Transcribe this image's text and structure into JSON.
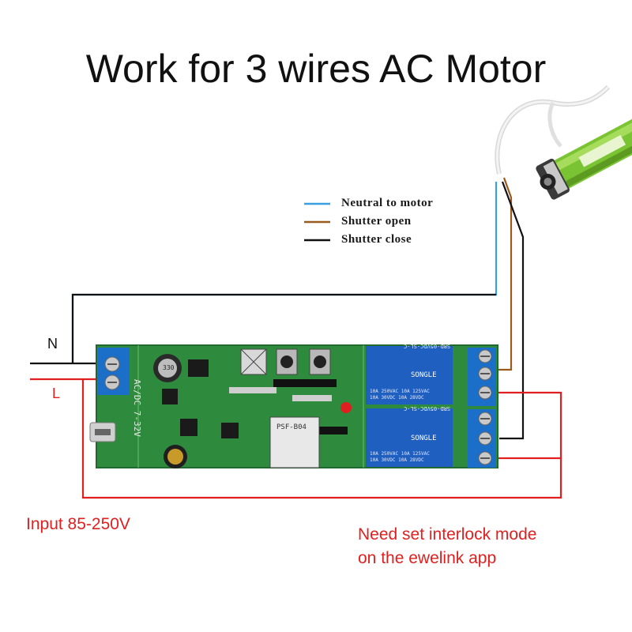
{
  "title": "Work for 3 wires AC Motor",
  "legend": [
    {
      "label": "Neutral to motor",
      "color": "#3a9fe0"
    },
    {
      "label": "Shutter open",
      "color": "#9a5a1e"
    },
    {
      "label": "Shutter close",
      "color": "#111111"
    }
  ],
  "labels": {
    "n": "N",
    "l": "L",
    "input": "Input 85-250V",
    "note_line1": "Need set interlock mode",
    "note_line2": "on the ewelink app"
  },
  "board": {
    "power_text": "AC/DC 7-32V",
    "module_text": "PSF-B04",
    "relay_model": "SRD-05VDC-SL-C",
    "relay_rating_1": "10A 250VAC 10A 125VAC",
    "relay_rating_2": "10A 30VDC 10A 28VDC",
    "relay_brand": "SONGLE",
    "cap_text": "330"
  },
  "colors": {
    "pcb": "#2e8b3e",
    "relay": "#1f5fc0",
    "terminal": "#1b6fc8",
    "wire_red": "#e02020",
    "motor": "#7ac433"
  }
}
